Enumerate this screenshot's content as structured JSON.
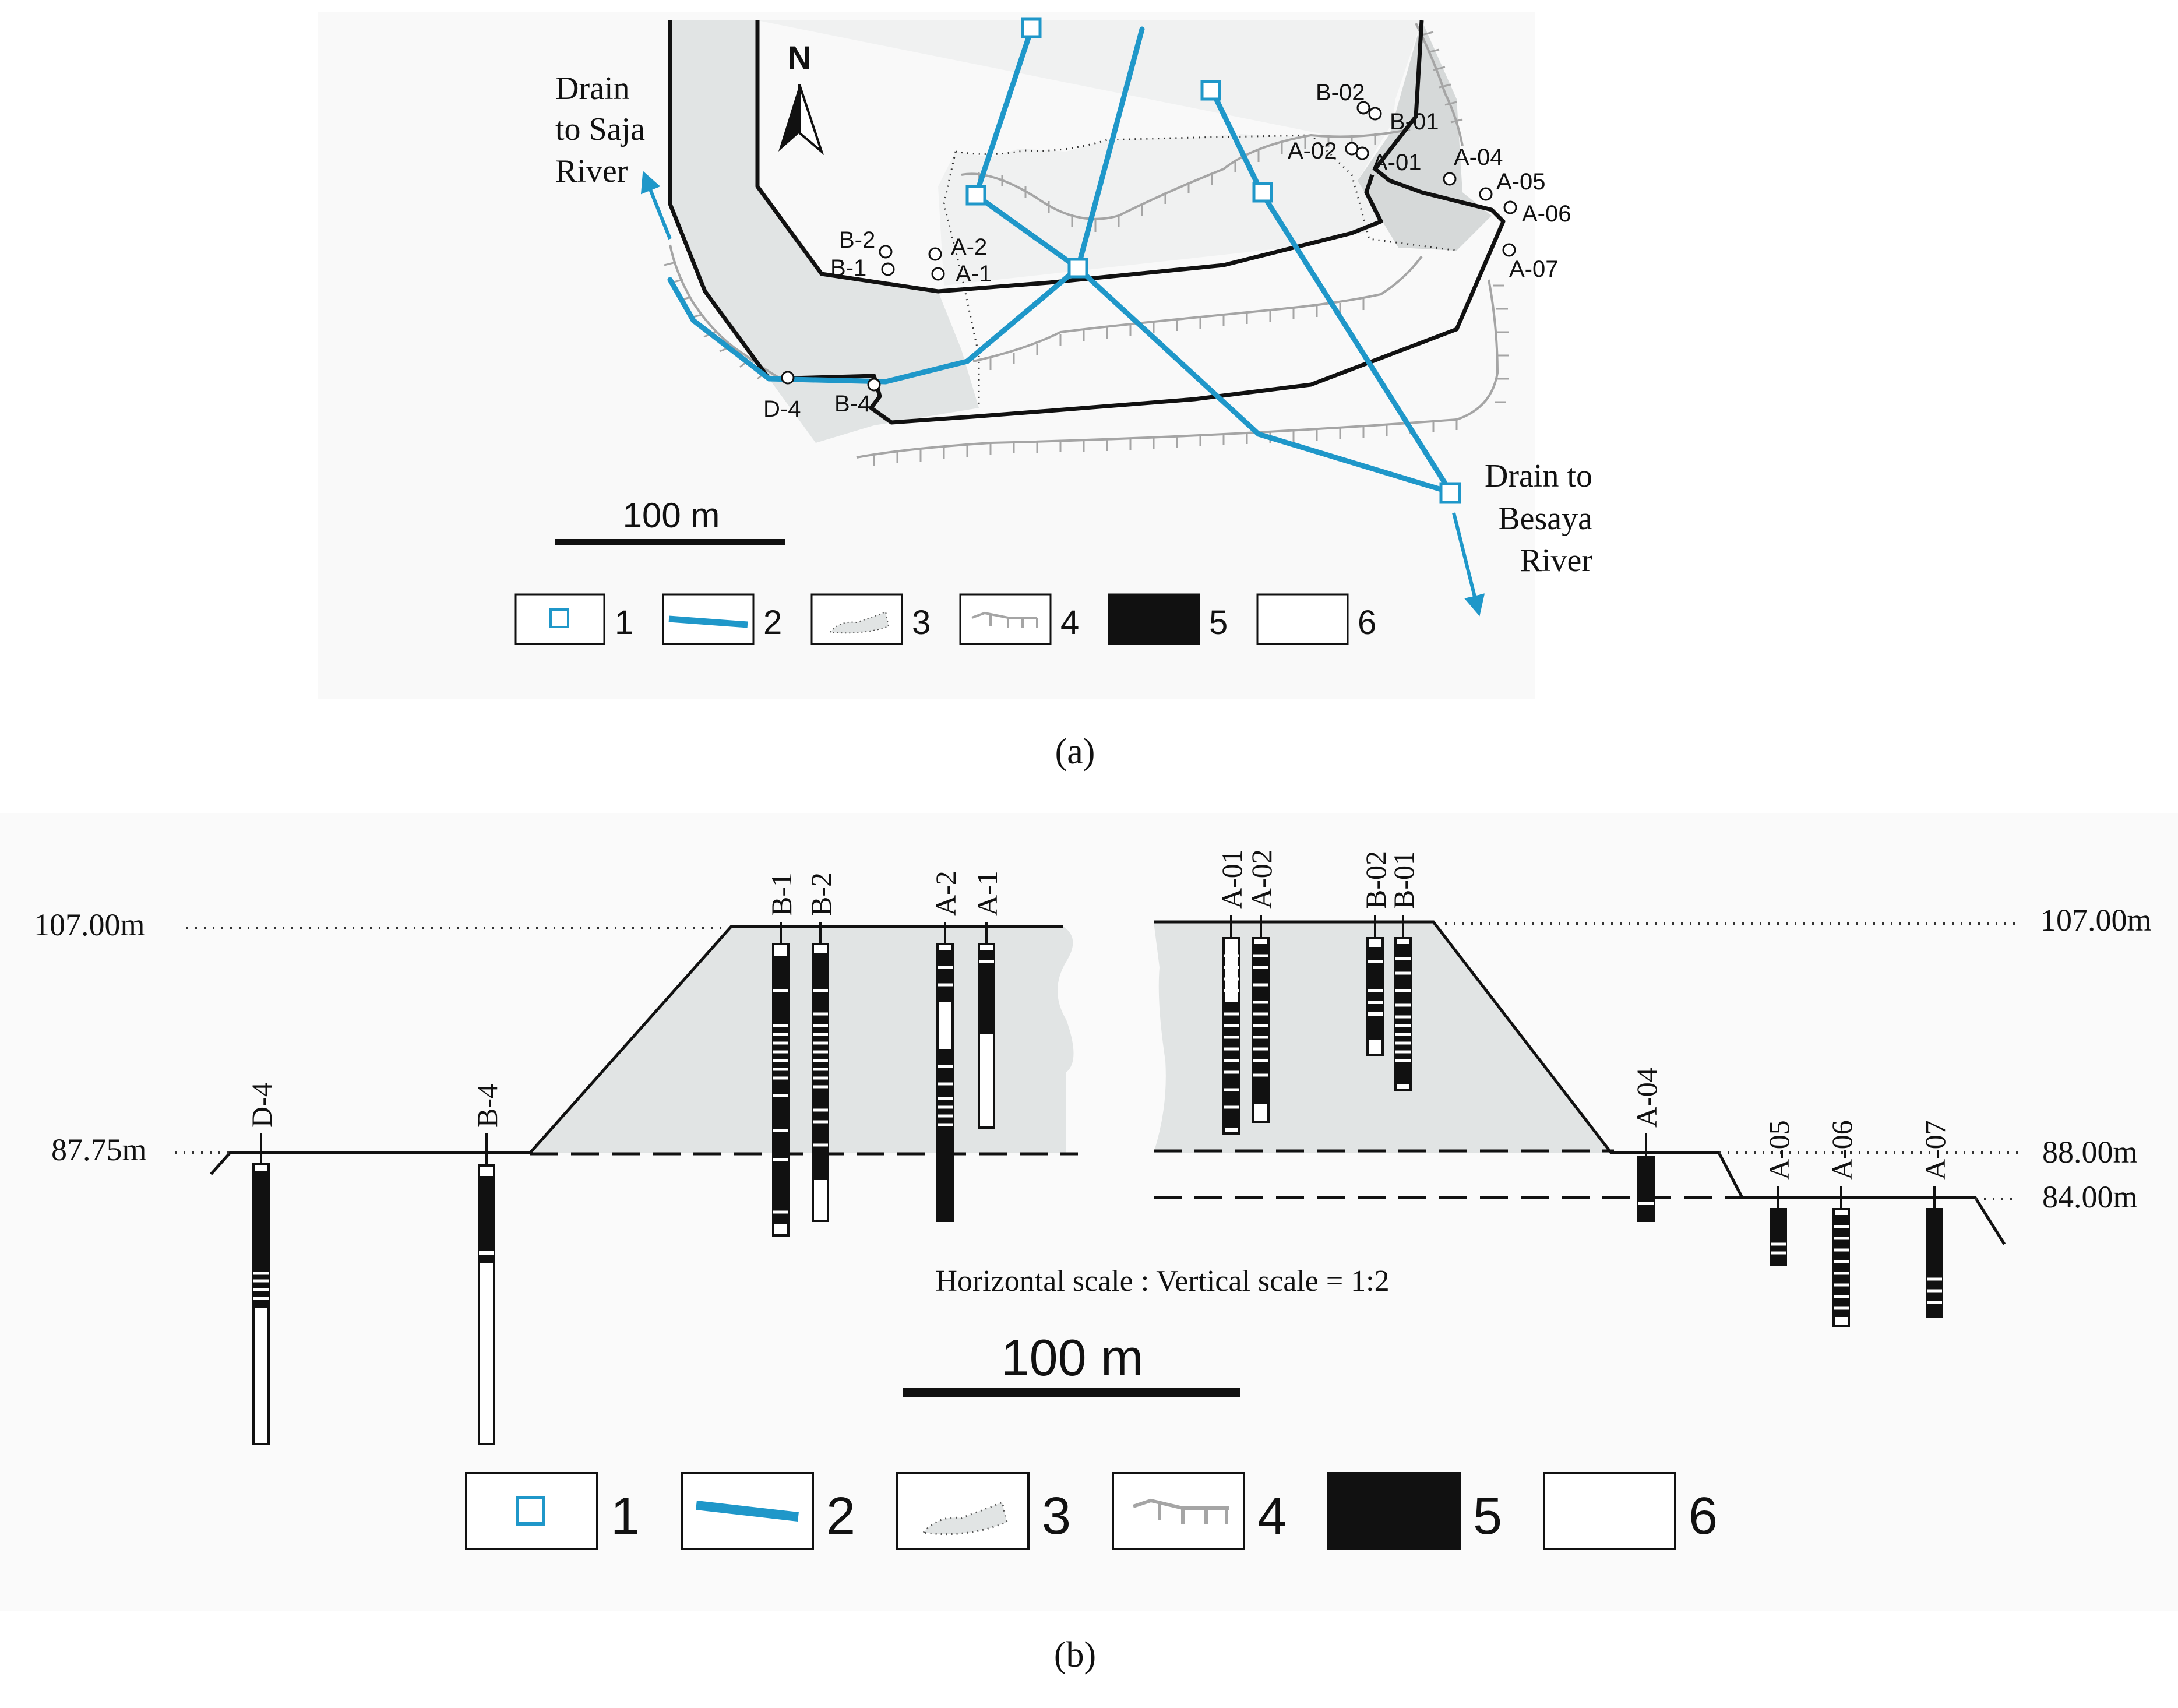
{
  "colors": {
    "drain": "#1f97c9",
    "tailings": "#e1e4e4",
    "panel_bg": "#f9f9f9",
    "contour": "#a5a5a5",
    "ink": "#111111"
  },
  "map": {
    "north_label": "N",
    "outlet_left": [
      "Drain",
      "to Saja",
      "River"
    ],
    "outlet_right": [
      "Drain to",
      "Besaya",
      "River"
    ],
    "scale_label": "100 m",
    "boreholes": [
      {
        "id": "B-02"
      },
      {
        "id": "B-01"
      },
      {
        "id": "A-02"
      },
      {
        "id": "A-01"
      },
      {
        "id": "A-04"
      },
      {
        "id": "A-05"
      },
      {
        "id": "A-06"
      },
      {
        "id": "A-07"
      },
      {
        "id": "B-2"
      },
      {
        "id": "B-1"
      },
      {
        "id": "A-2"
      },
      {
        "id": "A-1"
      },
      {
        "id": "D-4"
      },
      {
        "id": "B-4"
      }
    ],
    "caption": "(a)"
  },
  "legend": [
    {
      "num": "1",
      "symbol": "square-marker-icon"
    },
    {
      "num": "2",
      "symbol": "drain-line-icon"
    },
    {
      "num": "3",
      "symbol": "tailings-area-icon"
    },
    {
      "num": "4",
      "symbol": "slope-line-icon"
    },
    {
      "num": "5",
      "symbol": "black-fill-icon"
    },
    {
      "num": "6",
      "symbol": "white-fill-icon"
    }
  ],
  "section": {
    "levels": [
      {
        "left": "107.00m",
        "right": "107.00m"
      },
      {
        "left": "87.75m",
        "right": "88.00m"
      },
      {
        "left": "",
        "right": "84.00m"
      }
    ],
    "columns": [
      "D-4",
      "B-4",
      "B-1",
      "B-2",
      "A-2",
      "A-1",
      "A-01",
      "A-02",
      "B-02",
      "B-01",
      "A-04",
      "A-05",
      "A-06",
      "A-07"
    ],
    "scale_note": "Horizontal scale : Vertical scale = 1:2",
    "scale_label": "100 m",
    "caption": "(b)"
  }
}
